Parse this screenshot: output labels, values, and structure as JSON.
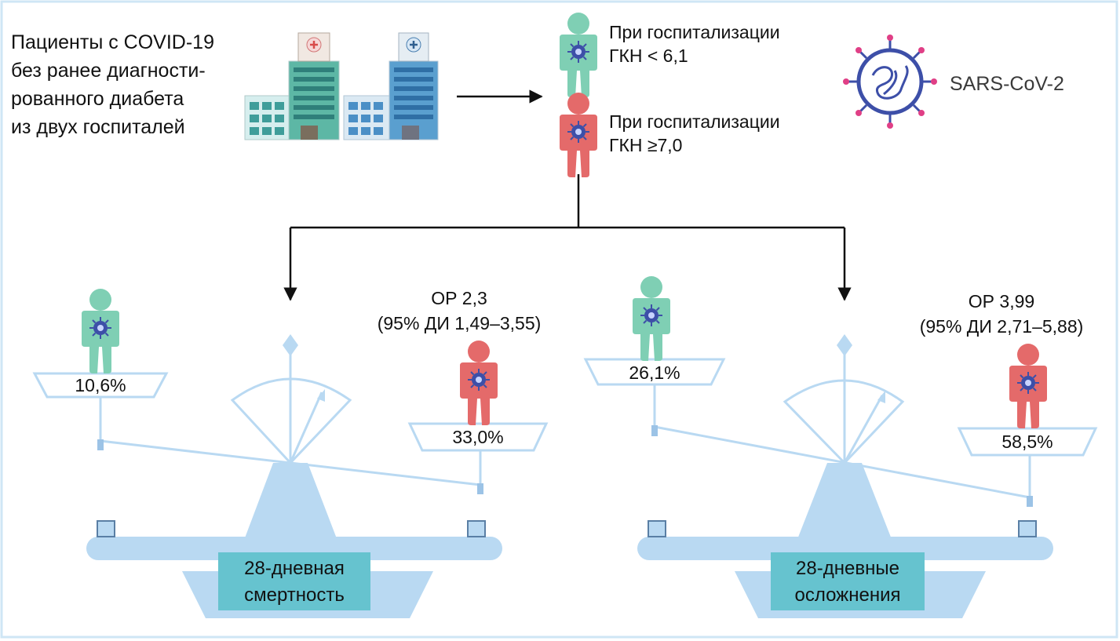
{
  "intro": {
    "lines": [
      "Пациенты с COVID-19",
      "без ранее диагности-",
      "рованного диабета",
      "из двух госпиталей"
    ]
  },
  "groups": {
    "low": {
      "lines": [
        "При госпитализации",
        "ГКН < 6,1"
      ]
    },
    "high": {
      "lines": [
        "При госпитализации",
        "ГКН ≥7,0"
      ]
    }
  },
  "virus_label": "SARS-CoV-2",
  "mortality": {
    "low_value": "10,6%",
    "high_value": "33,0%",
    "rr_lines": [
      "ОР 2,3",
      "(95% ДИ 1,49–3,55)"
    ],
    "outcome_lines": [
      "28-дневная",
      "смертность"
    ]
  },
  "complications": {
    "low_value": "26,1%",
    "high_value": "58,5%",
    "rr_lines": [
      "ОР 3,99",
      "(95% ДИ 2,71–5,88)"
    ],
    "outcome_lines": [
      "28-дневные",
      "осложнения"
    ]
  },
  "colors": {
    "frame": "#cfe6f5",
    "green_person": "#7fcfb4",
    "red_person": "#e46a6a",
    "virus": "#3d4fa8",
    "scale": "#b9d9f2",
    "outcome_box": "#66c3cf",
    "arrow": "#111111"
  }
}
